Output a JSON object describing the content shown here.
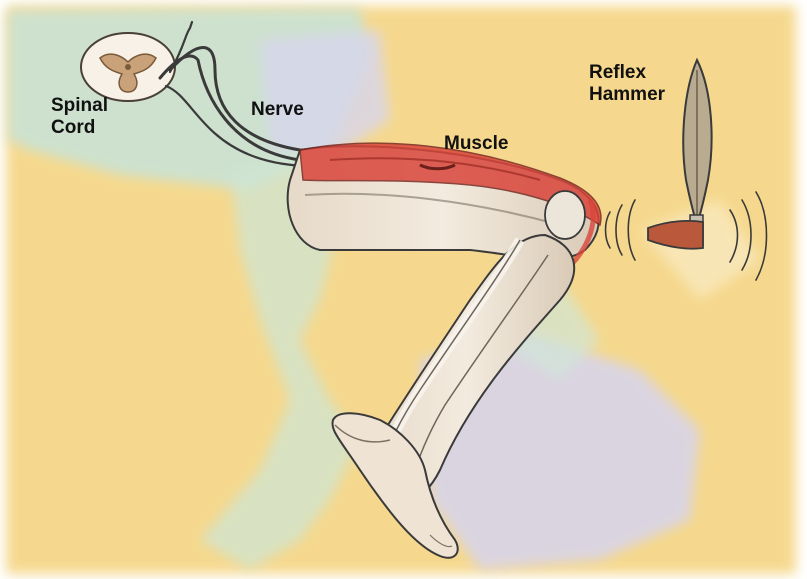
{
  "labels": {
    "spinal_cord": [
      "Spinal",
      "Cord"
    ],
    "nerve": "Nerve",
    "muscle": "Muscle",
    "reflex_hammer": [
      "Reflex",
      "Hammer"
    ]
  },
  "colors": {
    "paper": "#ffffff",
    "wash_yellow": "#f6cf6e",
    "wash_teal": "#cfe6d8",
    "wash_lilac": "#dcdcf0",
    "skin": "#efe3d3",
    "bone": "#f7f3ec",
    "muscle_red": "#d9453b",
    "outline": "#3a3a3a",
    "hammer_head": "#b9583a"
  }
}
